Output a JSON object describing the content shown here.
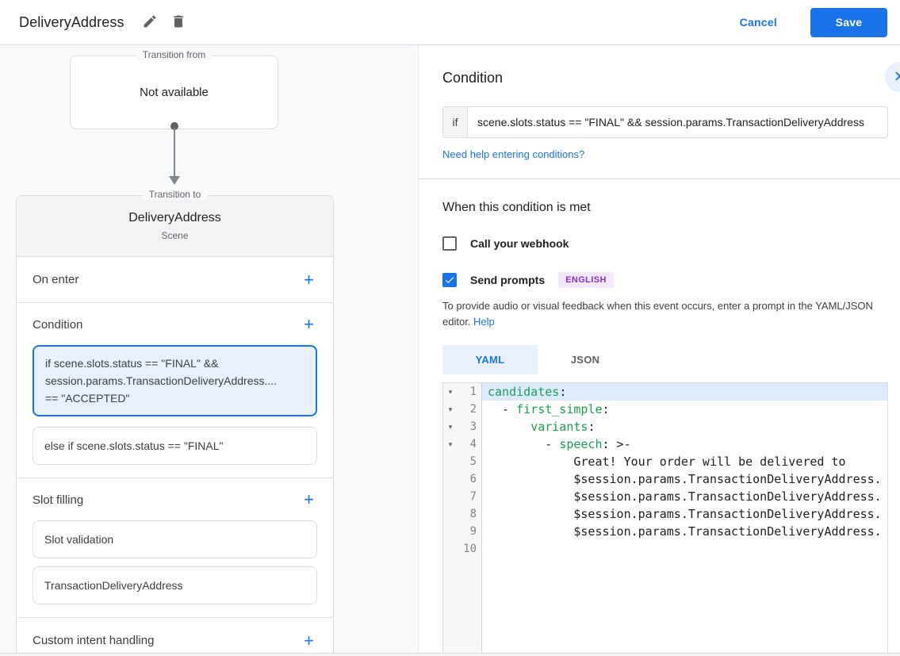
{
  "header": {
    "title": "DeliveryAddress",
    "cancel_label": "Cancel",
    "save_label": "Save"
  },
  "icons": {
    "plus": "+",
    "fold": "▾"
  },
  "canvas": {
    "transition_from": {
      "label": "Transition from",
      "value": "Not available"
    },
    "transition_to": {
      "label": "Transition to",
      "scene_name": "DeliveryAddress",
      "scene_type": "Scene"
    },
    "sections": {
      "on_enter": "On enter",
      "condition": "Condition",
      "slot_filling": "Slot filling",
      "custom_intent": "Custom intent handling"
    },
    "condition_cards": [
      {
        "selected": true,
        "lines": [
          "if scene.slots.status == \"FINAL\" &&",
          "session.params.TransactionDeliveryAddress....",
          "== \"ACCEPTED\""
        ]
      },
      {
        "selected": false,
        "lines": [
          "else if scene.slots.status == \"FINAL\""
        ]
      }
    ],
    "slot_cards": [
      "Slot validation",
      "TransactionDeliveryAddress"
    ]
  },
  "panel": {
    "condition_title": "Condition",
    "if_label": "if",
    "if_value": "scene.slots.status == \"FINAL\" && session.params.TransactionDeliveryAddress",
    "help_link": "Need help entering conditions?",
    "when_title": "When this condition is met",
    "webhook": {
      "label": "Call your webhook",
      "checked": false
    },
    "prompts": {
      "label": "Send prompts",
      "checked": true,
      "badge": "ENGLISH"
    },
    "hint_text": "To provide audio or visual feedback when this event occurs, enter a prompt in the YAML/JSON editor.",
    "hint_link": "Help",
    "tabs": [
      {
        "label": "YAML",
        "active": true
      },
      {
        "label": "JSON",
        "active": false
      }
    ],
    "editor": {
      "active_line": 1,
      "lines": [
        {
          "num": 1,
          "fold": true,
          "text": "candidates:"
        },
        {
          "num": 2,
          "fold": true,
          "text": "  - first_simple:"
        },
        {
          "num": 3,
          "fold": true,
          "text": "      variants:"
        },
        {
          "num": 4,
          "fold": true,
          "text": "        - speech: >-"
        },
        {
          "num": 5,
          "fold": false,
          "text": "            Great! Your order will be delivered to"
        },
        {
          "num": 6,
          "fold": false,
          "text": "            $session.params.TransactionDeliveryAddress."
        },
        {
          "num": 7,
          "fold": false,
          "text": "            $session.params.TransactionDeliveryAddress."
        },
        {
          "num": 8,
          "fold": false,
          "text": "            $session.params.TransactionDeliveryAddress."
        },
        {
          "num": 9,
          "fold": false,
          "text": "            $session.params.TransactionDeliveryAddress."
        },
        {
          "num": 10,
          "fold": false,
          "text": ""
        }
      ]
    }
  },
  "colors": {
    "accent_blue": "#1a73e8",
    "selected_bg": "#e8f0fe",
    "yaml_key_green": "#1aa053",
    "badge_bg": "#f3e8fd",
    "badge_text": "#8430ce"
  }
}
